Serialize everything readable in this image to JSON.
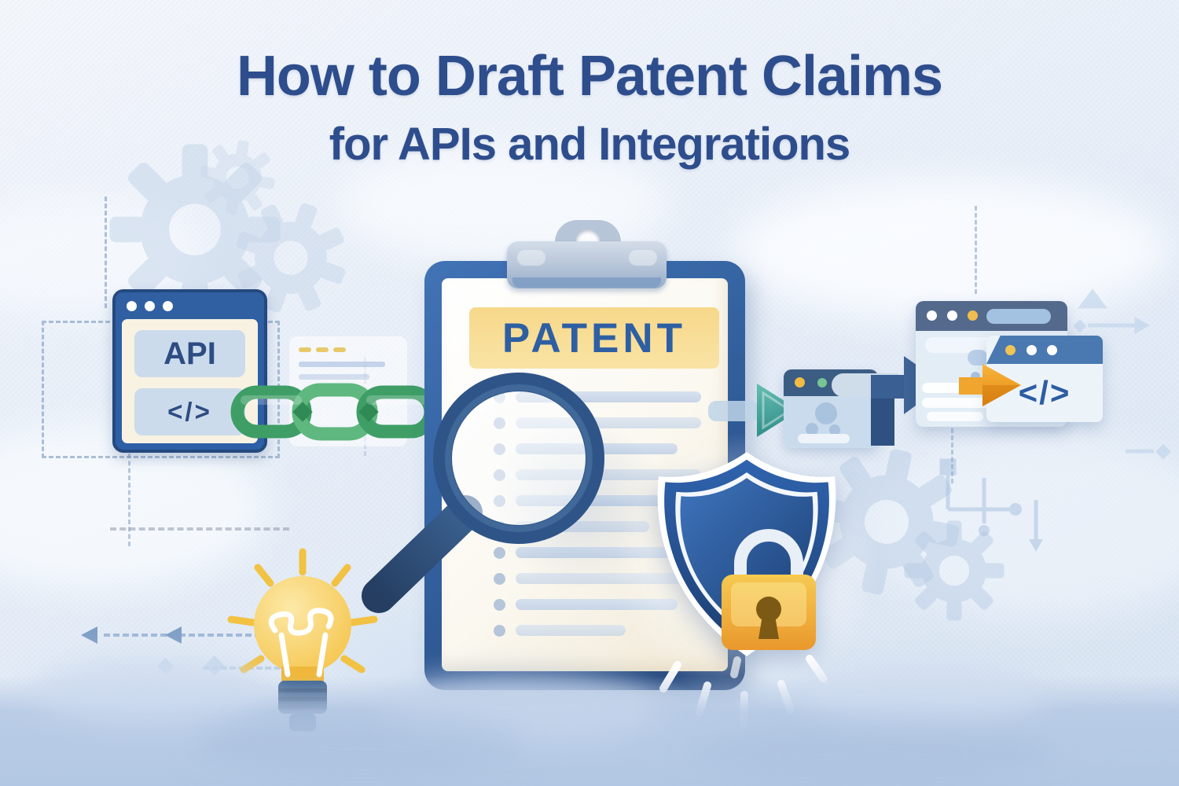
{
  "title": {
    "line1": "How to Draft Patent Claims",
    "line2": "for APIs and Integrations"
  },
  "api_window": {
    "label": "API",
    "code_glyph": "</>"
  },
  "clipboard": {
    "banner": "PATENT"
  },
  "code_window": {
    "glyph": "</>"
  },
  "colors": {
    "title_blue": "#2e4d8c",
    "window_blue": "#2d5fa6",
    "panel_cream": "#f8f2e2",
    "banner_yellow": "#f7d88a",
    "banner_text_blue": "#2e5fa3",
    "chain_green": "#3e9e66",
    "shield_blue": "#2f63ae",
    "lock_gold": "#f0b33c",
    "teal_arrow": "#47a89f",
    "orange_arrow": "#f0a52e",
    "lightbulb_yellow": "#f6c84f",
    "background_blue": "#b2c7e3"
  }
}
